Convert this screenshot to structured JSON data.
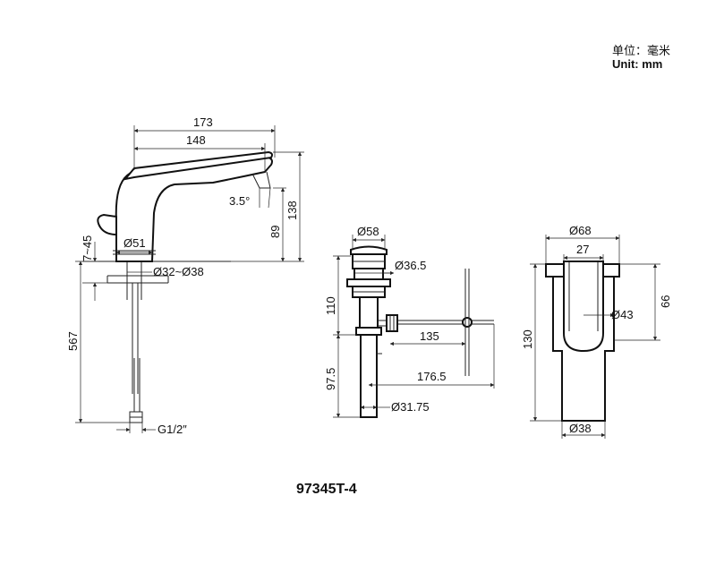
{
  "units": {
    "cn": "单位：毫米",
    "en": "Unit: mm"
  },
  "model": "97345T-4",
  "faucet": {
    "width_total": "173",
    "spout_reach": "148",
    "spout_angle": "3.5°",
    "height_total": "138",
    "spout_height": "89",
    "deck_range": "7~45",
    "base_diameter": "Ø51",
    "hole_diameter": "Ø32~Ø38",
    "hose_length": "567",
    "thread": "G1/2″"
  },
  "drain": {
    "cap_diameter": "Ø58",
    "flange_diameter": "Ø36.5",
    "upper_length": "110",
    "rod_offset": "135",
    "lower_length": "97.5",
    "rod_length": "176.5",
    "tail_diameter": "Ø31.75"
  },
  "overflow": {
    "outer_diameter": "Ø68",
    "inner_width": "27",
    "height_upper": "66",
    "height_total": "130",
    "inner_diameter": "Ø43",
    "tail_diameter": "Ø38"
  }
}
